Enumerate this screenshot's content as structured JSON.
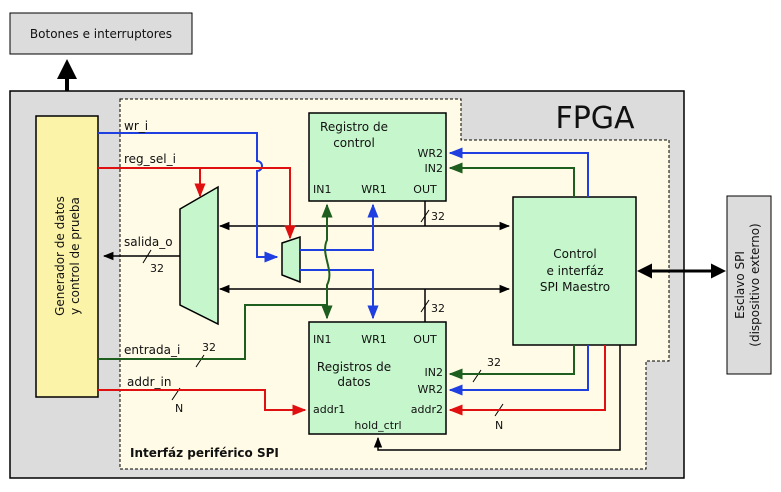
{
  "top_box": "Botones e interruptores",
  "fpga_label": "FPGA",
  "spi_region_label": "Interfáz periférico SPI",
  "generator": {
    "line1": "Generador de datos",
    "line2": "y control de prueba"
  },
  "ctrl_reg": {
    "title1": "Registro de",
    "title2": "control",
    "in1": "IN1",
    "wr1": "WR1",
    "out": "OUT",
    "wr2": "WR2",
    "in2": "IN2"
  },
  "data_reg": {
    "in1": "IN1",
    "wr1": "WR1",
    "out": "OUT",
    "title1": "Registros de",
    "title2": "datos",
    "in2": "IN2",
    "wr2": "WR2",
    "addr1": "addr1",
    "addr2": "addr2",
    "hold": "hold_ctrl"
  },
  "spi_master": {
    "line1": "Control",
    "line2": "e interfáz",
    "line3": "SPI Maestro"
  },
  "slave": {
    "line1": "Esclavo SPI",
    "line2": "(dispositivo externo)"
  },
  "signals": {
    "wr_i": "wr_i",
    "reg_sel_i": "reg_sel_i",
    "salida_o": "salida_o",
    "entrada_i": "entrada_i",
    "addr_in": "addr_in"
  },
  "bus_widths": {
    "salida": "32",
    "bus_upper": "32",
    "bus_lower": "32",
    "entrada": "32",
    "in2_bus": "32",
    "addr_in": "N",
    "addr2": "N"
  },
  "colors": {
    "wr_signal": "#1f3fe0",
    "sel_addr_signal": "#e01010",
    "data_in_signal": "#1e5e1e",
    "block_fill": "#c6f7cc",
    "generator_fill": "#fbf3a8",
    "region_fill": "#fffbe6",
    "fpga_fill": "#dcdcdc"
  }
}
